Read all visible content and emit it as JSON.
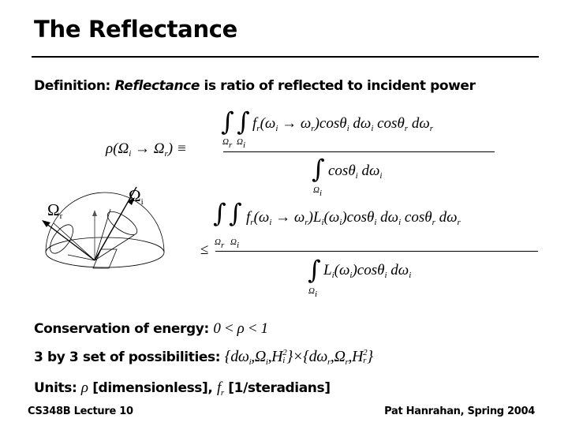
{
  "slide": {
    "title": "The Reflectance",
    "definition_label": "Definition:",
    "definition_term": "Reflectance",
    "definition_rest": "is ratio of reflected to incident power"
  },
  "equation1": {
    "lhs": "ρ(Ω_i → Ω_r) ≡",
    "num_limits": [
      "Ω_r",
      "Ω_i"
    ],
    "numerator": "f_r(ω_i → ω_r)cosθ_i dω_i cosθ_r dω_r",
    "den_limit": "Ω_i",
    "denominator": "cosθ_i dω_i"
  },
  "equation2": {
    "lhs": "≤",
    "num_limits": [
      "Ω_r",
      "Ω_i"
    ],
    "numerator": "f_r(ω_i → ω_r)L_i(ω_i)cosθ_i dω_i cosθ_r dω_r",
    "den_limit": "Ω_i",
    "denominator": "L_i(ω_i)cosθ_i dω_i"
  },
  "diagram": {
    "label_incident": "Ω_i",
    "label_reflected": "Ω_r"
  },
  "bullets": {
    "conservation_label": "Conservation of energy:",
    "conservation_math": "0 < ρ < 1",
    "possibilities_label": "3 by 3 set of possibilities:",
    "possibilities_math": "{dω_i,Ω_i,H_i^2}×{dω_r,Ω_r,H_r^2}",
    "units_label": "Units:",
    "units_rho": "ρ",
    "units_rho_text": "[dimensionless],",
    "units_fr": "f_r",
    "units_fr_text": "[1/steradians]"
  },
  "footer": {
    "left": "CS348B Lecture 10",
    "right": "Pat Hanrahan, Spring 2004"
  }
}
